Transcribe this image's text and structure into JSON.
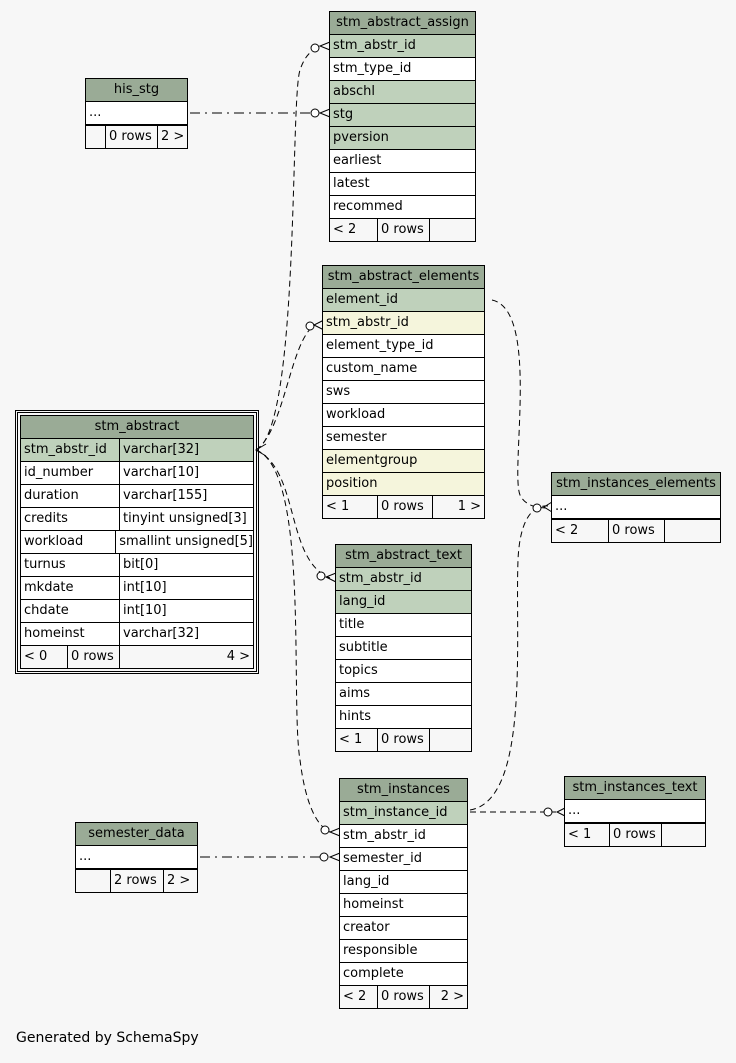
{
  "tables": {
    "his_stg": {
      "title": "his_stg",
      "rows": [
        "..."
      ],
      "footer": [
        "",
        "0 rows",
        "2 >"
      ]
    },
    "stm_abstract_assign": {
      "title": "stm_abstract_assign",
      "rows": [
        {
          "name": "stm_abstr_id",
          "kind": "pk"
        },
        {
          "name": "stm_type_id",
          "kind": "plain"
        },
        {
          "name": "abschl",
          "kind": "pk"
        },
        {
          "name": "stg",
          "kind": "pk"
        },
        {
          "name": "pversion",
          "kind": "pk"
        },
        {
          "name": "earliest",
          "kind": "plain"
        },
        {
          "name": "latest",
          "kind": "plain"
        },
        {
          "name": "recommed",
          "kind": "plain"
        }
      ],
      "footer": [
        "< 2",
        "0 rows",
        ""
      ]
    },
    "stm_abstract_elements": {
      "title": "stm_abstract_elements",
      "rows": [
        {
          "name": "element_id",
          "kind": "pk"
        },
        {
          "name": "stm_abstr_id",
          "kind": "idx"
        },
        {
          "name": "element_type_id",
          "kind": "plain"
        },
        {
          "name": "custom_name",
          "kind": "plain"
        },
        {
          "name": "sws",
          "kind": "plain"
        },
        {
          "name": "workload",
          "kind": "plain"
        },
        {
          "name": "semester",
          "kind": "plain"
        },
        {
          "name": "elementgroup",
          "kind": "idx"
        },
        {
          "name": "position",
          "kind": "idx"
        }
      ],
      "footer": [
        "< 1",
        "0 rows",
        "1 >"
      ]
    },
    "stm_abstract": {
      "title": "stm_abstract",
      "rows": [
        {
          "name": "stm_abstr_id",
          "type": "varchar[32]",
          "kind": "pk"
        },
        {
          "name": "id_number",
          "type": "varchar[10]",
          "kind": "plain"
        },
        {
          "name": "duration",
          "type": "varchar[155]",
          "kind": "plain"
        },
        {
          "name": "credits",
          "type": "tinyint unsigned[3]",
          "kind": "plain"
        },
        {
          "name": "workload",
          "type": "smallint unsigned[5]",
          "kind": "plain"
        },
        {
          "name": "turnus",
          "type": "bit[0]",
          "kind": "plain"
        },
        {
          "name": "mkdate",
          "type": "int[10]",
          "kind": "plain"
        },
        {
          "name": "chdate",
          "type": "int[10]",
          "kind": "plain"
        },
        {
          "name": "homeinst",
          "type": "varchar[32]",
          "kind": "plain"
        }
      ],
      "footer": [
        "< 0",
        "0 rows",
        "4 >"
      ]
    },
    "stm_instances_elements": {
      "title": "stm_instances_elements",
      "rows": [
        "..."
      ],
      "footer": [
        "< 2",
        "0 rows",
        ""
      ]
    },
    "stm_abstract_text": {
      "title": "stm_abstract_text",
      "rows": [
        {
          "name": "stm_abstr_id",
          "kind": "pk"
        },
        {
          "name": "lang_id",
          "kind": "pk"
        },
        {
          "name": "title",
          "kind": "plain"
        },
        {
          "name": "subtitle",
          "kind": "plain"
        },
        {
          "name": "topics",
          "kind": "plain"
        },
        {
          "name": "aims",
          "kind": "plain"
        },
        {
          "name": "hints",
          "kind": "plain"
        }
      ],
      "footer": [
        "< 1",
        "0 rows",
        ""
      ]
    },
    "stm_instances": {
      "title": "stm_instances",
      "rows": [
        {
          "name": "stm_instance_id",
          "kind": "pk"
        },
        {
          "name": "stm_abstr_id",
          "kind": "plain"
        },
        {
          "name": "semester_id",
          "kind": "plain"
        },
        {
          "name": "lang_id",
          "kind": "plain"
        },
        {
          "name": "homeinst",
          "kind": "plain"
        },
        {
          "name": "creator",
          "kind": "plain"
        },
        {
          "name": "responsible",
          "kind": "plain"
        },
        {
          "name": "complete",
          "kind": "plain"
        }
      ],
      "footer": [
        "< 2",
        "0 rows",
        "2 >"
      ]
    },
    "stm_instances_text": {
      "title": "stm_instances_text",
      "rows": [
        "..."
      ],
      "footer": [
        "< 1",
        "0 rows",
        ""
      ]
    },
    "semester_data": {
      "title": "semester_data",
      "rows": [
        "..."
      ],
      "footer": [
        "",
        "2 rows",
        "2 >"
      ]
    }
  },
  "colors": {
    "background": "#f7f7f7",
    "header": "#9aab96",
    "primary_key": "#bfd1bb",
    "indexed": "#f5f5dc"
  },
  "footer_text": "Generated by SchemaSpy"
}
